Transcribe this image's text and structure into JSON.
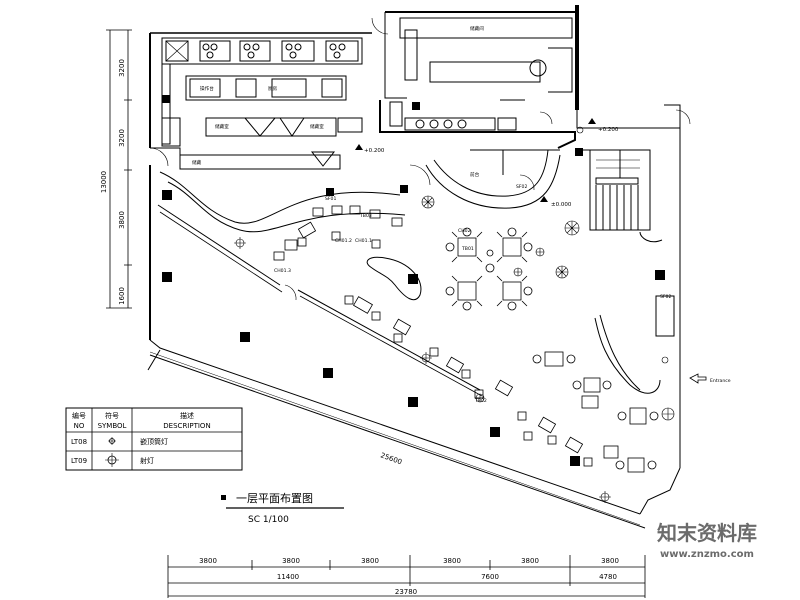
{
  "drawing": {
    "title": "一层平面布置图",
    "scale": "SC 1/100",
    "entrance": "Entrance"
  },
  "levels": [
    "+0.200",
    "+0.200",
    "±0.000"
  ],
  "dimensions": {
    "left_total": "13000",
    "left": [
      "3200",
      "3200",
      "3800",
      "1600"
    ],
    "bottom": [
      "3800",
      "3800",
      "3800",
      "3800",
      "3800",
      "3800"
    ],
    "bottom_sub": [
      "11400",
      "7600",
      "4780"
    ],
    "bottom_total": "23780",
    "diagonal": "25600"
  },
  "kitchen_labels": [
    "储藏间",
    "操作台",
    "储藏室",
    "储藏室",
    "厨房",
    "储藏",
    "前台"
  ],
  "furniture_tags": [
    "SF01",
    "SF02",
    "SF02",
    "CH01.1",
    "CH01.2",
    "CH01.3",
    "CH02",
    "TB01",
    "TB02",
    "TB03"
  ],
  "legend": {
    "headers": [
      "编号",
      "符号",
      "描述"
    ],
    "headers_en": [
      "NO",
      "SYMBOL",
      "DESCRIPTION"
    ],
    "rows": [
      {
        "no": "LT08",
        "desc": "嵌顶筒灯"
      },
      {
        "no": "LT09",
        "desc": "射灯"
      }
    ]
  },
  "watermark": {
    "name": "知末资料库",
    "url": "www.znzmo.com"
  }
}
